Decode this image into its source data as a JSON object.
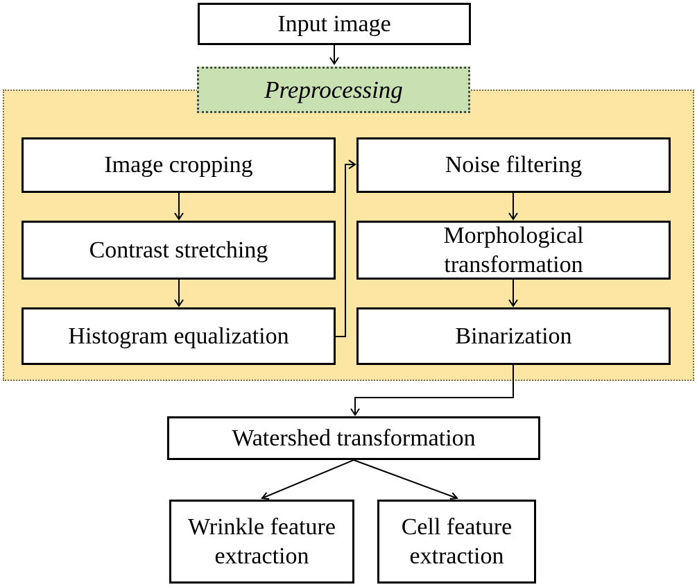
{
  "diagram": {
    "colors": {
      "preprocessing_background": "#fde6a4",
      "preprocessing_label_background": "#c9e0b3",
      "box_border": "#000000",
      "connector": "#000000"
    },
    "input": {
      "label": "Input image"
    },
    "preprocessing": {
      "label": "Preprocessing",
      "left_column": [
        {
          "label": "Image cropping"
        },
        {
          "label": "Contrast stretching"
        },
        {
          "label": "Histogram equalization"
        }
      ],
      "right_column": [
        {
          "label": "Noise filtering"
        },
        {
          "label": "Morphological\ntransformation"
        },
        {
          "label": "Binarization"
        }
      ]
    },
    "watershed": {
      "label": "Watershed transformation"
    },
    "outputs": [
      {
        "label": "Wrinkle feature\nextraction"
      },
      {
        "label": "Cell feature\nextraction"
      }
    ]
  }
}
